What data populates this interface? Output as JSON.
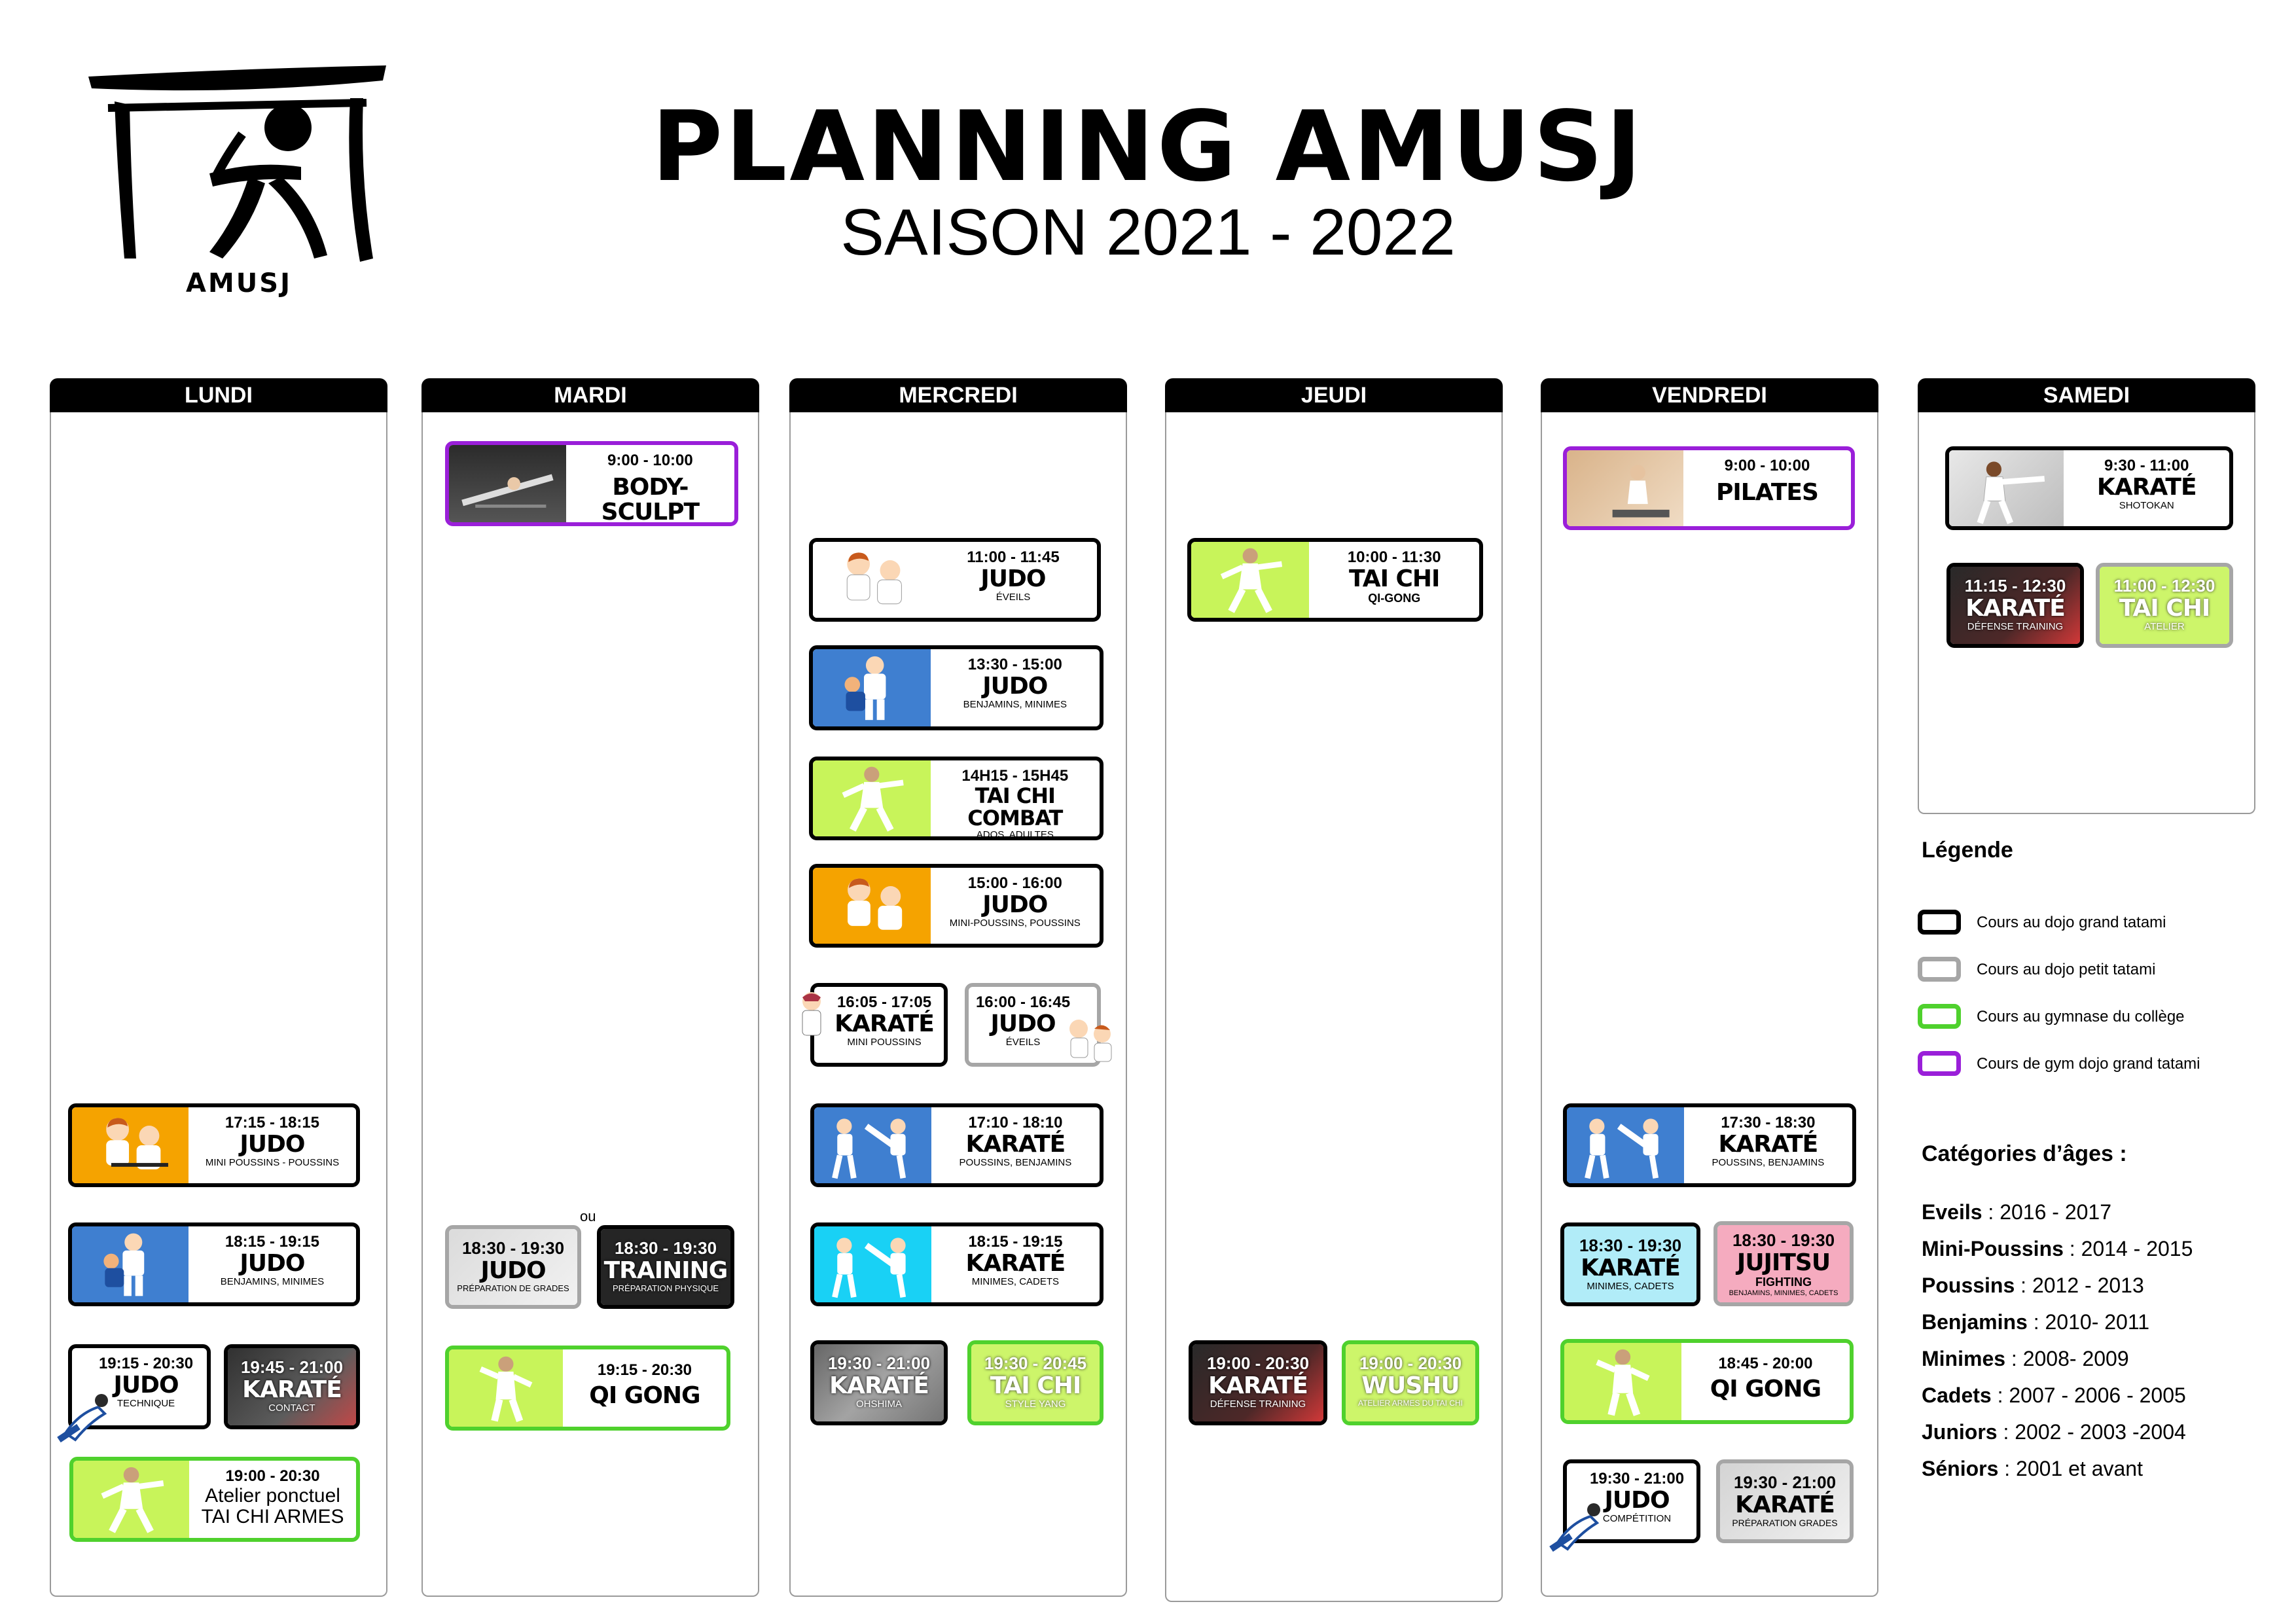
{
  "header": {
    "title": "PLANNING AMUSJ",
    "subtitle": "SAISON 2021 - 2022",
    "logo_text": "AMUSJ"
  },
  "days": [
    "LUNDI",
    "MARDI",
    "MERCREDI",
    "JEUDI",
    "VENDREDI",
    "SAMEDI"
  ],
  "colors": {
    "grand_tatami": "#000000",
    "petit_tatami": "#a6a6a6",
    "gymnase": "#4fd12d",
    "gym_grand": "#9a1fd9",
    "orange": "#f5a300",
    "blue": "#3f7fd0",
    "lime": "#c8f45a",
    "cyan": "#19d1f5"
  },
  "cards": {
    "lundi_1": {
      "time": "17:15 - 18:15",
      "name": "JUDO",
      "sub": "MINI POUSSINS - POUSSINS"
    },
    "lundi_2": {
      "time": "18:15 - 19:15",
      "name": "JUDO",
      "sub": "BENJAMINS, MINIMES"
    },
    "lundi_3": {
      "time": "19:15 - 20:30",
      "name": "JUDO",
      "sub": "TECHNIQUE"
    },
    "lundi_4": {
      "time": "19:45 - 21:00",
      "name": "KARATÉ",
      "sub": "CONTACT"
    },
    "lundi_5": {
      "time": "19:00 - 20:30",
      "name": "Atelier ponctuel",
      "sub": "TAI CHI ARMES"
    },
    "mardi_1": {
      "time": "9:00 - 10:00",
      "name": "BODY-SCULPT"
    },
    "mardi_2": {
      "time": "18:30 - 19:30",
      "name": "JUDO",
      "sub": "PRÉPARATION DE GRADES"
    },
    "mardi_or": "ou",
    "mardi_3": {
      "time": "18:30 - 19:30",
      "name": "TRAINING",
      "sub": "PRÉPARATION PHYSIQUE"
    },
    "mardi_4": {
      "time": "19:15 - 20:30",
      "name": "QI GONG"
    },
    "mercredi_1": {
      "time": "11:00 - 11:45",
      "name": "JUDO",
      "sub": "ÉVEILS"
    },
    "mercredi_2": {
      "time": "13:30 - 15:00",
      "name": "JUDO",
      "sub": "BENJAMINS, MINIMES"
    },
    "mercredi_3": {
      "time": "14H15 - 15H45",
      "name": "TAI CHI COMBAT",
      "sub": "ADOS, ADULTES"
    },
    "mercredi_4": {
      "time": "15:00 - 16:00",
      "name": "JUDO",
      "sub": "MINI-POUSSINS, POUSSINS"
    },
    "mercredi_5": {
      "time": "16:05 - 17:05",
      "name": "KARATÉ",
      "sub": "MINI POUSSINS"
    },
    "mercredi_6": {
      "time": "16:00 - 16:45",
      "name": "JUDO",
      "sub": "ÉVEILS"
    },
    "mercredi_7": {
      "time": "17:10 - 18:10",
      "name": "KARATÉ",
      "sub": "POUSSINS, BENJAMINS"
    },
    "mercredi_8": {
      "time": "18:15 - 19:15",
      "name": "KARATÉ",
      "sub": "MINIMES, CADETS"
    },
    "mercredi_9": {
      "time": "19:30 - 21:00",
      "name": "KARATÉ",
      "sub": "OHSHIMA"
    },
    "mercredi_10": {
      "time": "19:30 - 20:45",
      "name": "TAI CHI",
      "sub": "STYLE YANG"
    },
    "jeudi_1": {
      "time": "10:00 - 11:30",
      "name": "TAI CHI",
      "sub": "QI-GONG"
    },
    "jeudi_2": {
      "time": "19:00 - 20:30",
      "name": "KARATÉ",
      "sub": "DÉFENSE TRAINING"
    },
    "jeudi_3": {
      "time": "19:00 - 20:30",
      "name": "WUSHU",
      "sub": "ATELIER ARMES DU TAI CHI"
    },
    "vendredi_1": {
      "time": "9:00 - 10:00",
      "name": "PILATES"
    },
    "vendredi_2": {
      "time": "17:30 - 18:30",
      "name": "KARATÉ",
      "sub": "POUSSINS, BENJAMINS"
    },
    "vendredi_3": {
      "time": "18:30 - 19:30",
      "name": "KARATÉ",
      "sub": "MINIMES, CADETS"
    },
    "vendredi_4": {
      "time": "18:30 - 19:30",
      "name": "JUJITSU",
      "sub2": "FIGHTING",
      "sub": "BENJAMINS, MINIMES, CADETS"
    },
    "vendredi_5": {
      "time": "18:45 - 20:00",
      "name": "QI GONG"
    },
    "vendredi_6": {
      "time": "19:30 - 21:00",
      "name": "JUDO",
      "sub": "COMPÉTITION"
    },
    "vendredi_7": {
      "time": "19:30 - 21:00",
      "name": "KARATÉ",
      "sub": "PRÉPARATION GRADES"
    },
    "samedi_1": {
      "time": "9:30 - 11:00",
      "name": "KARATÉ",
      "sub": "SHOTOKAN"
    },
    "samedi_2": {
      "time": "11:15 - 12:30",
      "name": "KARATÉ",
      "sub": "DÉFENSE TRAINING"
    },
    "samedi_3": {
      "time": "11:00 - 12:30",
      "name": "TAI CHI",
      "sub": "ATELIER"
    }
  },
  "legend": {
    "title": "Légende",
    "items": [
      {
        "label": "Cours au dojo grand tatami",
        "color": "#000000"
      },
      {
        "label": "Cours au dojo petit tatami",
        "color": "#a6a6a6"
      },
      {
        "label": "Cours au gymnase du collège",
        "color": "#4fd12d"
      },
      {
        "label": "Cours de gym dojo grand tatami",
        "color": "#9a1fd9"
      }
    ]
  },
  "ages": {
    "title": "Catégories d’âges :",
    "items": [
      {
        "cat": "Eveils",
        "years": " : 2016 - 2017"
      },
      {
        "cat": "Mini-Poussins",
        "years": " : 2014 - 2015"
      },
      {
        "cat": "Poussins",
        "years": " : 2012 - 2013"
      },
      {
        "cat": "Benjamins",
        "years": " : 2010- 2011"
      },
      {
        "cat": "Minimes",
        "years": " : 2008- 2009"
      },
      {
        "cat": "Cadets",
        "years": " : 2007 - 2006 - 2005"
      },
      {
        "cat": "Juniors",
        "years": " : 2002 - 2003 -2004"
      },
      {
        "cat": "Séniors",
        "years": " : 2001 et avant"
      }
    ]
  }
}
